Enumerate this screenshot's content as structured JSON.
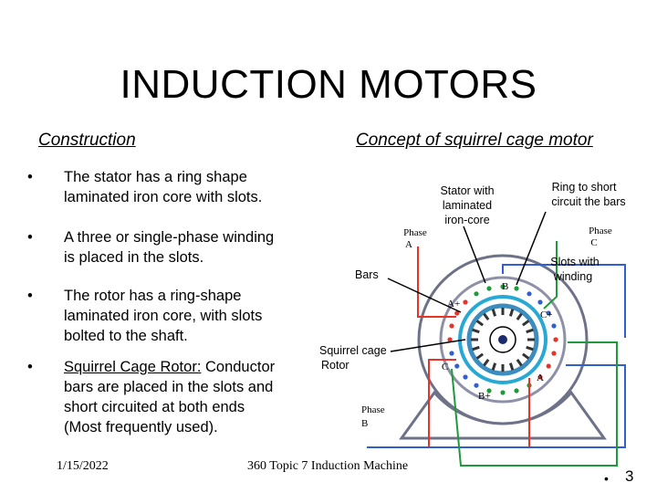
{
  "title": "INDUCTION  MOTORS",
  "left_heading": "Construction",
  "right_heading": "Concept of squirrel cage motor",
  "bullets": [
    {
      "marker": "•",
      "lines": [
        "The stator has a ring shape",
        "laminated iron core with slots."
      ]
    },
    {
      "marker": "•",
      "lines": [
        "A three or single-phase winding",
        "is placed in the slots."
      ]
    },
    {
      "marker": "•",
      "lines": [
        "The rotor has a ring-shape",
        "laminated iron core, with slots",
        "bolted to the shaft."
      ]
    },
    {
      "marker": "•",
      "underlined": "Squirrel Cage Rotor:",
      "lines": [
        " Conductor",
        "bars are placed in the slots and",
        "short circuited at both ends",
        "(Most frequently used)."
      ]
    }
  ],
  "diagram": {
    "stator_label": [
      "Stator with",
      "laminated",
      "iron-core"
    ],
    "ring_label": [
      "Ring to short",
      "circuit the bars"
    ],
    "phase_a": [
      "Phase",
      "A"
    ],
    "phase_c": [
      "Phase",
      "C"
    ],
    "slots_label": [
      "Slots with",
      "winding"
    ],
    "bars_label": "Bars",
    "rotor_label": [
      "Squirrel cage",
      "Rotor"
    ],
    "phase_b": [
      "Phase",
      "B"
    ],
    "terminal_labels": {
      "b_top": "B",
      "a_plus": "A+",
      "c_plus": "C+",
      "c": "C",
      "a": "A",
      "b_plus": "B+"
    },
    "colors": {
      "phase_a": "#e8332a",
      "phase_b": "#2f5fd0",
      "phase_c": "#1f9a3a",
      "frame": "#6e7288",
      "rotor": "#3c8dbf",
      "ring": "#27a9d6"
    }
  },
  "footer": {
    "date": "1/15/2022",
    "center": "360 Topic 7 Induction Machine",
    "bullet": "•",
    "page": "3"
  }
}
